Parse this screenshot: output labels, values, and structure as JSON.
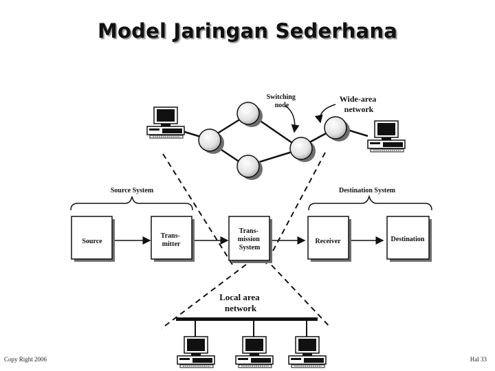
{
  "slide": {
    "title": "Model Jaringan Sederhana",
    "footer_left": "Copy Right 2006",
    "footer_right": "Hal 33"
  },
  "wan": {
    "switching_node_label": [
      "Switching",
      "node"
    ],
    "network_label": [
      "Wide-area",
      "network"
    ]
  },
  "source_system": {
    "label": "Source System",
    "source": "Source",
    "transmitter": [
      "Trans-",
      "mitter"
    ]
  },
  "transmission_system": [
    "Trans-",
    "mission",
    "System"
  ],
  "destination_system": {
    "label": "Destination System",
    "receiver": "Receiver",
    "destination": "Destination"
  },
  "lan": {
    "label": [
      "Local area",
      "network"
    ]
  },
  "icons": [
    "computer-icon",
    "switching-node-icon",
    "arrow-icon",
    "brace-icon"
  ],
  "colors": {
    "line": "#111111",
    "box_shadow": "#6e6e6e",
    "node_fill": "#eeeeee",
    "node_shadow": "#7a7a7a"
  }
}
